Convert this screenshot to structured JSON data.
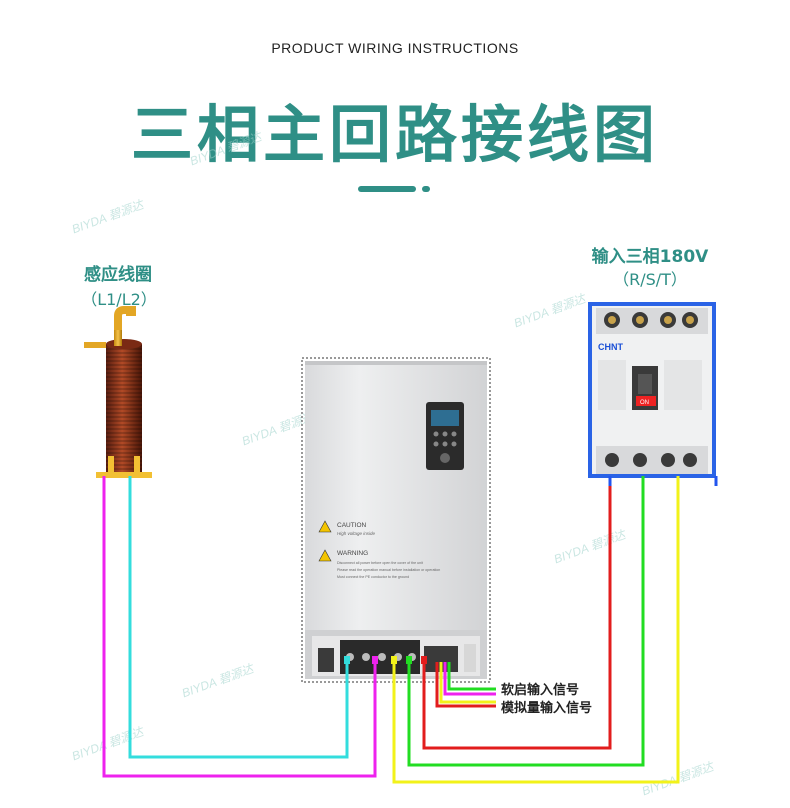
{
  "header": {
    "subtitle": "PRODUCT WIRING INSTRUCTIONS",
    "title": "三相主回路接线图"
  },
  "coil": {
    "label": "感应线圈",
    "terminals": "（L1/L2）"
  },
  "power_input": {
    "label": "输入三相180V",
    "terminals": "（R/S/T）"
  },
  "breaker": {
    "brand": "CHNT",
    "on_label": "ON"
  },
  "controller": {
    "caution_title": "CAUTION",
    "caution_text": "High voltage inside",
    "warning_title": "WARNING",
    "warning_lines": [
      "Disconnect all power before open the cover of the unit",
      "Please read the operation manual before installation or operation",
      "Must connect the PE conductor to the ground"
    ]
  },
  "signals": {
    "soft_start": "软启输入信号",
    "analog": "模拟量输入信号"
  },
  "watermark": "BIYDA 碧源达",
  "colors": {
    "accent": "#2f8f86",
    "wire_magenta": "#ee22ee",
    "wire_cyan": "#33dddd",
    "wire_red": "#e21d1d",
    "wire_green": "#22dd22",
    "wire_yellow": "#f2f21a",
    "wire_blue": "#2255ee"
  }
}
